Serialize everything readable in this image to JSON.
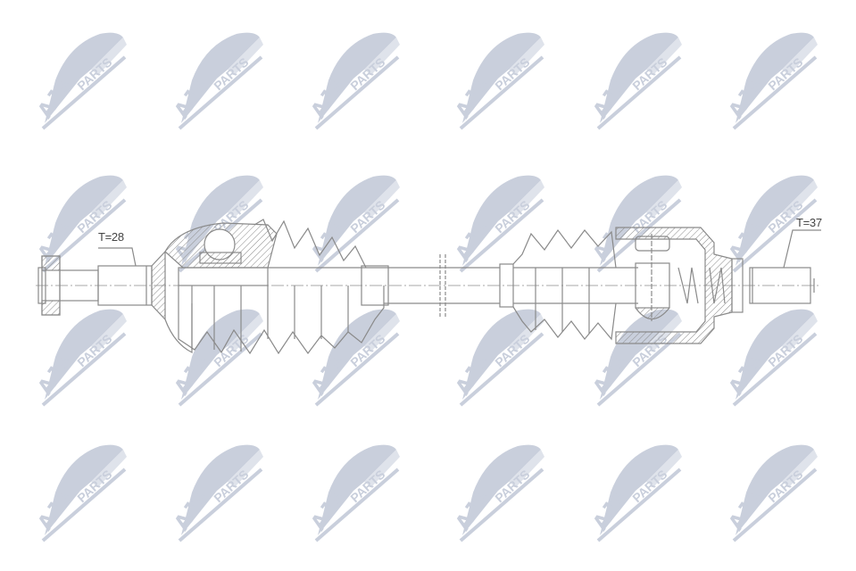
{
  "diagram": {
    "title": "Drive shaft (CV axle) technical drawing",
    "background": "#ffffff",
    "line_color": "#8a8a8a",
    "watermark": {
      "brand": "AJS",
      "sub": "PARTS",
      "color": "#c9cfdc",
      "columns": [
        42,
        195,
        348,
        510,
        664,
        816
      ],
      "rows": [
        28,
        188,
        338,
        490
      ]
    },
    "labels": {
      "left_teeth": "T=28",
      "right_teeth": "T=37"
    }
  }
}
